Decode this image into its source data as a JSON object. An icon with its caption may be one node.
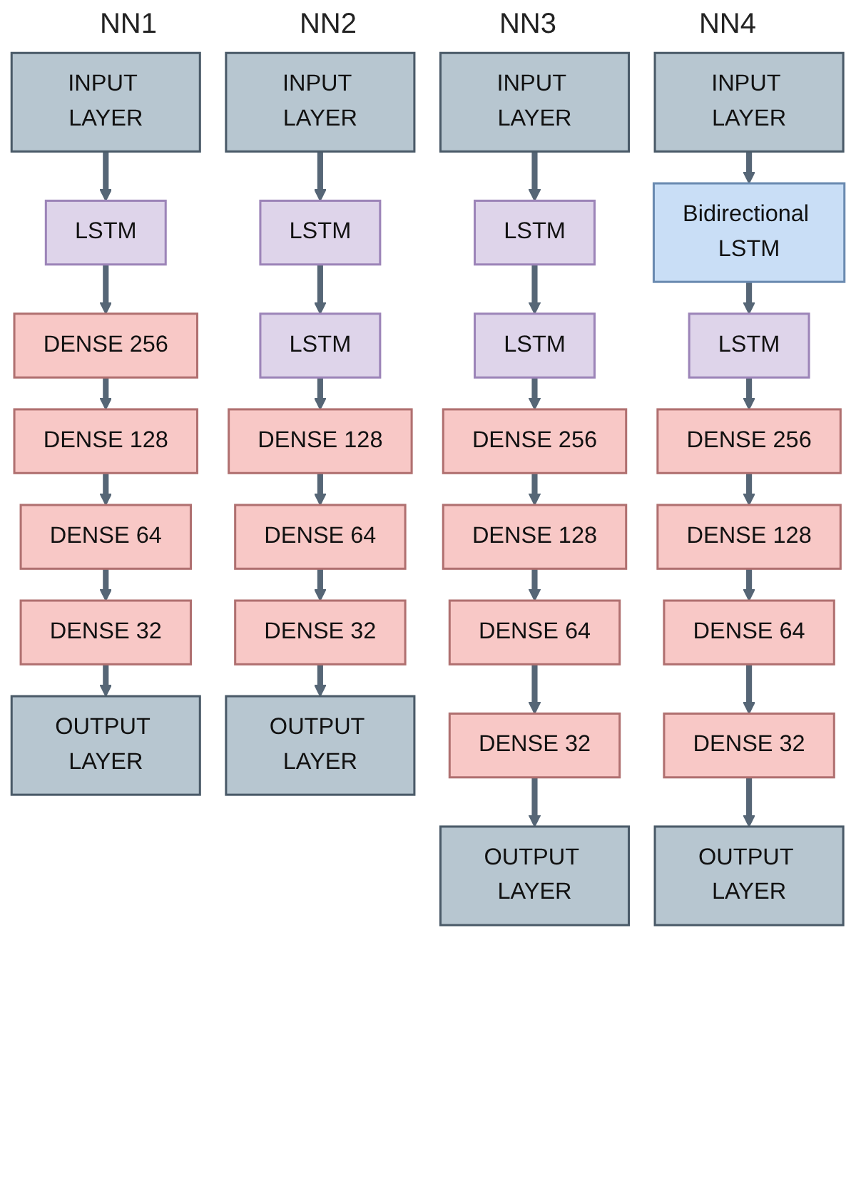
{
  "diagram": {
    "nodes": [
      {
        "text": [
          "INPUT LAYER"
        ]
      },
      {
        "text": [
          "LSTM"
        ]
      },
      {
        "text": [
          "DENSE 256"
        ]
      },
      {
        "text": [
          "DENSE 128"
        ]
      },
      {
        "text": [
          "DENSE 64"
        ]
      },
      {
        "text": [
          "DENSE 32"
        ]
      },
      {
        "text": [
          "OUTPUT LAYER"
        ]
      },
      {
        "text": [
          "INPUT LAYER"
        ]
      },
      {
        "text": [
          "LSTM"
        ]
      },
      {
        "text": [
          "LSTM"
        ]
      },
      {
        "text": [
          "DENSE 128"
        ]
      },
      {
        "text": [
          "DENSE 64"
        ]
      },
      {
        "text": [
          "DENSE 32"
        ]
      },
      {
        "text": [
          "OUTPUT LAYER"
        ]
      },
      {
        "text": [
          "INPUT LAYER"
        ]
      },
      {
        "text": [
          "LSTM"
        ]
      },
      {
        "text": [
          "LSTM"
        ]
      },
      {
        "text": [
          "DENSE 256"
        ]
      },
      {
        "text": [
          "DENSE 128"
        ]
      },
      {
        "text": [
          "DENSE 64"
        ]
      },
      {
        "text": [
          "DENSE 32"
        ]
      },
      {
        "text": [
          "OUTPUT LAYER"
        ]
      },
      {
        "text": [
          "INPUT LAYER"
        ]
      },
      {
        "text": [
          "Bidirectional LSTM"
        ]
      },
      {
        "text": [
          "LSTM"
        ]
      },
      {
        "text": [
          "DENSE 256"
        ]
      },
      {
        "text": [
          "DENSE 128"
        ]
      },
      {
        "text": [
          "DENSE 64"
        ]
      },
      {
        "text": [
          "DENSE 32"
        ]
      },
      {
        "text": [
          "OUTPUT LAYER"
        ]
      }
    ],
    "edges": [
      {
        "from": 0,
        "to": 1,
        "arrow": "to"
      },
      {
        "from": 1,
        "to": 2,
        "arrow": "to"
      },
      {
        "from": 2,
        "to": 3,
        "arrow": "to"
      },
      {
        "from": 3,
        "to": 4,
        "arrow": "to"
      },
      {
        "from": 4,
        "to": 5,
        "arrow": "to"
      },
      {
        "from": 5,
        "to": 6,
        "arrow": "to"
      },
      {
        "from": 7,
        "to": 8,
        "arrow": "to"
      },
      {
        "from": 8,
        "to": 9,
        "arrow": "to"
      },
      {
        "from": 9,
        "to": 10,
        "arrow": "to"
      },
      {
        "from": 10,
        "to": 11,
        "arrow": "to"
      },
      {
        "from": 11,
        "to": 12,
        "arrow": "to"
      },
      {
        "from": 12,
        "to": 13,
        "arrow": "to"
      },
      {
        "from": 14,
        "to": 15,
        "arrow": "to"
      },
      {
        "from": 15,
        "to": 16,
        "arrow": "to"
      },
      {
        "from": 16,
        "to": 17,
        "arrow": "to"
      },
      {
        "from": 17,
        "to": 18,
        "arrow": "to"
      },
      {
        "from": 18,
        "to": 19,
        "arrow": "to"
      },
      {
        "from": 19,
        "to": 20,
        "arrow": "to"
      },
      {
        "from": 20,
        "to": 21,
        "arrow": "to"
      },
      {
        "from": 22,
        "to": 23,
        "arrow": "to"
      },
      {
        "from": 23,
        "to": 24,
        "arrow": "to"
      },
      {
        "from": 24,
        "to": 25,
        "arrow": "to"
      },
      {
        "from": 25,
        "to": 26,
        "arrow": "to"
      },
      {
        "from": 26,
        "to": 27,
        "arrow": "to"
      },
      {
        "from": 27,
        "to": 28,
        "arrow": "to"
      },
      {
        "from": 28,
        "to": 29,
        "arrow": "to"
      }
    ],
    "labels": [
      "NN1",
      "NN2",
      "NN3",
      "NN4"
    ]
  }
}
